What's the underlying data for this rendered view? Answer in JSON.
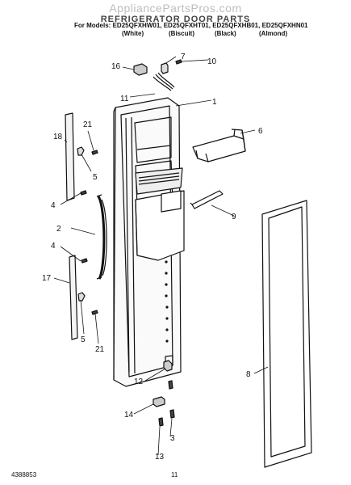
{
  "header": {
    "watermark": "AppliancePartsPros.com",
    "title": "REFRIGERATOR DOOR PARTS",
    "models_label": "For Models:",
    "models": [
      "ED25QFXHW01,",
      "ED25QFXHT01,",
      "ED25QFXHB01,",
      "ED25QFXHN01"
    ],
    "colors": [
      "(White)",
      "(Biscuit)",
      "(Black)",
      "(Almond)"
    ]
  },
  "footer": {
    "doc_code": "4388853",
    "page_number": "11"
  },
  "callouts": [
    "1",
    "2",
    "3",
    "4",
    "4",
    "5",
    "5",
    "6",
    "7",
    "8",
    "9",
    "10",
    "11",
    "12",
    "13",
    "14",
    "16",
    "17",
    "18",
    "21",
    "21"
  ]
}
